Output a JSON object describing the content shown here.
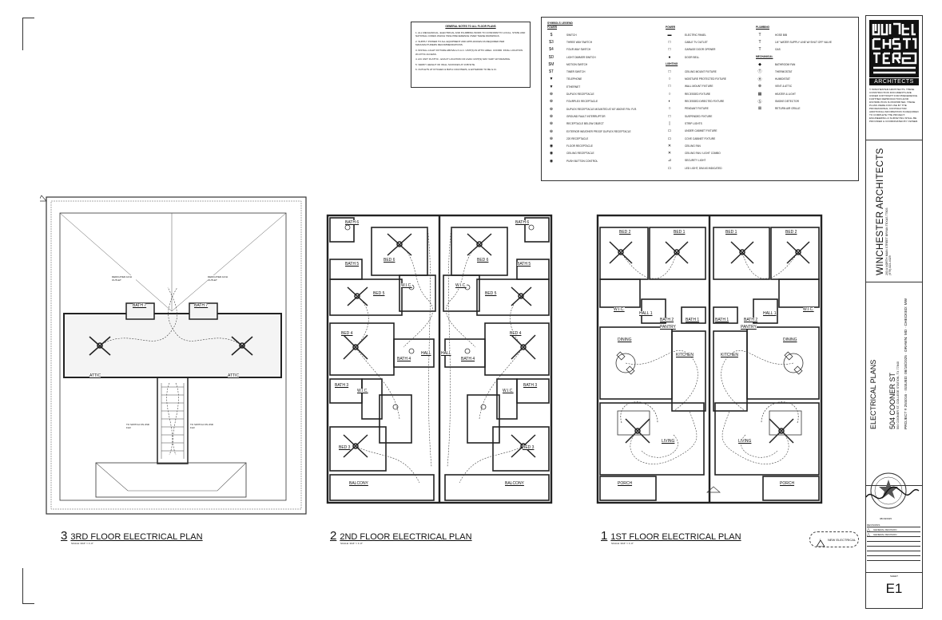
{
  "notes": {
    "title": "GENERAL NOTES TO ALL FLOOR PLANS",
    "items": [
      "1.  ALL MECHANICAL, ELECTRICAL AND PLUMBING WORK TO CONFORM TO LOCAL, STATE AND NATIONAL CODES WHICH TAKE PRECEDENCE OVER THESE DRAWINGS.",
      "2.  SUPPLY POWER TO ALL EQUIPMENT AND APPLIANCES AS REQUIRED PER MANUFACTURERS RECOMMENDATIONS.",
      "3.  INSTALL LIGHT FIXTURE ABOVE H.V.A.C. UNIT(S) IN ATTIC AREA. COORD. FINAL LOCATION W/ ATTIC ACCESS.",
      "4.  A/C UNIT IN ATTIC - EXACT LOCATION OF HVAC UNIT(S) MAY VARY W/ FRAMING.",
      "5.  VERIFY HEIGHT OF WALL SCONCES AT JOB SITE.",
      "6.  OUTLETS AT KITCHEN & BATH COUNTERS, & EXTERIOR TO BE G.F.I."
    ]
  },
  "legend": {
    "title": "SYMBOLS LEGEND",
    "power_col": {
      "section": "POWER",
      "items": [
        {
          "sym": "$",
          "label": "SWITCH"
        },
        {
          "sym": "$3",
          "label": "THREE WAY SWITCH"
        },
        {
          "sym": "$4",
          "label": "FOUR WAY SWITCH"
        },
        {
          "sym": "$D",
          "label": "LIGHT DIMMER SWITCH"
        },
        {
          "sym": "$M",
          "label": "MOTION SWITCH"
        },
        {
          "sym": "$T",
          "label": "TIMER SWITCH"
        },
        {
          "sym": "▼",
          "label": "TELEPHONE"
        },
        {
          "sym": "▼",
          "label": "ETHERNET"
        },
        {
          "sym": "⊕",
          "label": "DUPLEX RECEPTACLE"
        },
        {
          "sym": "⊕",
          "label": "FOURPLEX RECEPTACLE"
        },
        {
          "sym": "⊕",
          "label": "DUPLEX RECEPTACLE MOUNTED AT 60\" ABOVE FIN. FLR."
        },
        {
          "sym": "⊕",
          "label": "GROUND FAULT INTERRUPTOR"
        },
        {
          "sym": "⊕",
          "label": "RECEPTACLE BELOW OBJECT"
        },
        {
          "sym": "⊕",
          "label": "EXTERIOR WEATHER PROOF DUPLEX RECEPTACLE"
        },
        {
          "sym": "⊕",
          "label": "220 RECEPTACLE"
        },
        {
          "sym": "◉",
          "label": "FLOOR RECEPTACLE"
        },
        {
          "sym": "◉",
          "label": "CEILING RECEPTACLE"
        },
        {
          "sym": "◉",
          "label": "PUSH BUTTON CONTROL"
        }
      ]
    },
    "power2_col": {
      "section": "POWER",
      "items": [
        {
          "sym": "▬",
          "label": "ELECTRIC PANEL"
        },
        {
          "sym": "□",
          "label": "CABLE TV OUTLET"
        },
        {
          "sym": "□",
          "label": "GARAGE DOOR OPENER"
        },
        {
          "sym": "●",
          "label": "DOOR BELL"
        }
      ],
      "section2": "LIGHTING",
      "items2": [
        {
          "sym": "□",
          "label": "CEILING MOUNT FIXTURE"
        },
        {
          "sym": "○",
          "label": "MOISTURE PROTECTED FIXTURE"
        },
        {
          "sym": "□",
          "label": "WALL MOUNT FIXTURE"
        },
        {
          "sym": "○",
          "label": "RECESSED FIXTURE"
        },
        {
          "sym": "◐",
          "label": "RECESSED DIRECTED FIXTURE"
        },
        {
          "sym": "○",
          "label": "PENDANT FIXTURE"
        },
        {
          "sym": "□",
          "label": "SUSPENDED FIXTURE"
        },
        {
          "sym": "|",
          "label": "STRIP LIGHTS"
        },
        {
          "sym": "▭",
          "label": "UNDER CABINET FIXTURE"
        },
        {
          "sym": "▭",
          "label": "COVE CABINET FIXTURE"
        },
        {
          "sym": "✕",
          "label": "CEILING FAN"
        },
        {
          "sym": "✕",
          "label": "CEILING FAN / LIGHT COMBO"
        },
        {
          "sym": "⊿",
          "label": "SECURITY LIGHT"
        },
        {
          "sym": "▭",
          "label": "LED LIGHT, DIM AS INDICATED"
        }
      ]
    },
    "plumbing_col": {
      "section": "PLUMBING",
      "items": [
        {
          "sym": "T",
          "label": "HOSE BIB"
        },
        {
          "sym": "T",
          "label": "1/4\" WATER SUPPLY LINE W/ SHUT OFF VALVE"
        },
        {
          "sym": "T",
          "label": "GAS"
        }
      ],
      "section2": "MECHANICAL",
      "items2": [
        {
          "sym": "◆",
          "label": "BATHROOM FAN"
        },
        {
          "sym": "Ⓣ",
          "label": "THERMOSTAT"
        },
        {
          "sym": "Ⓗ",
          "label": "HUMIDISTAT"
        },
        {
          "sym": "⊗",
          "label": "VENT & ATTIC"
        },
        {
          "sym": "▦",
          "label": "HEATER & LIGHT"
        },
        {
          "sym": "Ⓢ",
          "label": "SMOKE DETECTOR"
        },
        {
          "sym": "⊠",
          "label": "RETURN AIR GRILLE"
        }
      ]
    }
  },
  "titleblock": {
    "firm_short": "ARCHITECTS",
    "copyright": "© WINCHESTER ARCHITECTS. THESE CONSTRUCTION DOCUMENTS ARE UNDER COPYRIGHT FOR PRECEDENCE. FURTHER REPRODUCTION &/OR DISTRIBUTION IS PROHIBITED. THESE PLANS WERE FOR USE BY THE PROFESSIONAL CONTRACTOR. ADDITIONAL INFORMATION IS REQUIRED TO COMPLETE THE PROJECT. ENGINEERING & SURVEYING SHALL BE PROVIDED & COORDINATED BY OWNER.",
    "firm_name": "WINCHESTER ARCHITECTS",
    "firm_address": "203 A NORTH MAIN STREET BRYAN TEXAS 77803",
    "firm_phone": "(979) 823-4029",
    "sheet_title": "ELECTRICAL PLANS",
    "project_name": "504 COONER ST",
    "project_address": "504 COONER ST, COLLEGE STATION, TX 77840",
    "project_info": "PROJECT # 25S016  ·  ISSUED: 08/18/2025  ·  DRAWN: MD  ·  CHECKED: MW",
    "sheet_number": "E1",
    "seal_date": "08/18/2025",
    "revision_header": "REVISIONS",
    "revisions": [
      "GENERAL REVISION",
      "GENERAL REVISION"
    ],
    "sheet_label": "SHEET"
  },
  "plans": [
    {
      "number": "3",
      "title": "3RD FLOOR ELECTRICAL PLAN",
      "scale": "SCALE: 3/16\" = 1'-0\""
    },
    {
      "number": "2",
      "title": "2ND FLOOR ELECTRICAL PLAN",
      "scale": "SCALE: 3/16\" = 1'-0\""
    },
    {
      "number": "1",
      "title": "1ST FLOOR ELECTRICAL PLAN",
      "scale": "SCALE: 3/16\" = 1'-0\""
    }
  ],
  "revision_cloud": {
    "label": "NEW ELECTRICAL",
    "tag": "1"
  },
  "rooms": {
    "third": [
      "BATH 7",
      "BATH 7",
      "ATTIC",
      "ATTIC"
    ],
    "third_notes": [
      "DEDICATED AC/H OUTLET",
      "DEDICATED AC/H OUTLET",
      "TO SWITCH ON 2ND FLR",
      "TO SWITCH ON 2ND FLR"
    ],
    "second": [
      "BATH 6",
      "BATH 6",
      "BATH 5",
      "BATH 5",
      "BED 6",
      "BED 6",
      "BED 5",
      "BED 5",
      "W.I.C.",
      "W.I.C.",
      "BED 4",
      "BED 4",
      "HALL",
      "HALL",
      "BATH 4",
      "BATH 4",
      "BATH 3",
      "BATH 3",
      "W.I.C.",
      "W.I.C.",
      "BED 3",
      "BED 3",
      "BALCONY",
      "BALCONY"
    ],
    "first": [
      "BED 2",
      "BED 1",
      "BED 1",
      "BED 2",
      "W.I.C.",
      "W.I.C.",
      "HALL 1",
      "HALL 1",
      "BATH 1",
      "BATH 1",
      "BATH 2",
      "BATH 2",
      "PANTRY",
      "PANTRY",
      "DINING",
      "DINING",
      "KITCHEN",
      "KITCHEN",
      "LIVING",
      "LIVING",
      "PORCH",
      "PORCH"
    ]
  }
}
